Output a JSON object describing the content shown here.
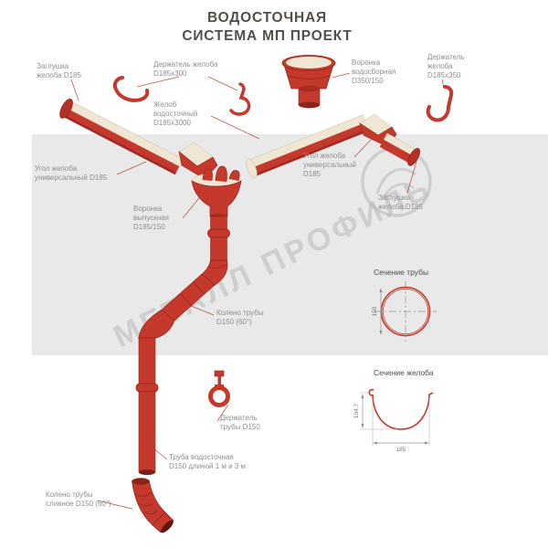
{
  "title": {
    "line1": "ВОДОСТОЧНАЯ",
    "line2": "СИСТЕМА МП ПРОЕКТ"
  },
  "watermark": {
    "text": "МЕТАЛЛ ПРОФИЛЬ"
  },
  "labels": [
    {
      "id": "gutter-end-cap-left",
      "text": "Заглушка\nжелоба D185"
    },
    {
      "id": "gutter-holder-300",
      "text": "Держатель желоба\nD185х300"
    },
    {
      "id": "collector-funnel",
      "text": "Воронка\nводосборная\nD350/150"
    },
    {
      "id": "gutter-holder-350",
      "text": "Держатель\nжелоба\nD185х350"
    },
    {
      "id": "gutter",
      "text": "Желоб\nводосточный\nD185х3000"
    },
    {
      "id": "gutter-corner-left",
      "text": "Угол желоба\nуниверсальный D185"
    },
    {
      "id": "gutter-corner-right",
      "text": "Угол желоба\nуниверсальный\nD185"
    },
    {
      "id": "gutter-end-cap-right",
      "text": "Заглушка\nжелоба D185"
    },
    {
      "id": "outlet-funnel",
      "text": "Воронка\nвыпускная\nD185/150"
    },
    {
      "id": "pipe-elbow",
      "text": "Колено трубы\nD150 (60°)"
    },
    {
      "id": "pipe-holder",
      "text": "Держатель\nтрубы D150"
    },
    {
      "id": "downpipe",
      "text": "Труба водосточная\nD150 длиной 1 м и 3 м"
    },
    {
      "id": "drain-elbow",
      "text": "Колено трубы\nсливное D150 (60°)"
    }
  ],
  "sections": {
    "pipe": {
      "title": "Сечение трубы",
      "diameter": "150"
    },
    "gutter": {
      "title": "Сечение желоба",
      "width": "185",
      "height": "104,7"
    }
  },
  "colors": {
    "red": "#c5382c",
    "dark_red": "#8e241a",
    "cream": "#efe7d4",
    "band": "#e9e9e9",
    "label_gray": "#8f8f8f"
  }
}
